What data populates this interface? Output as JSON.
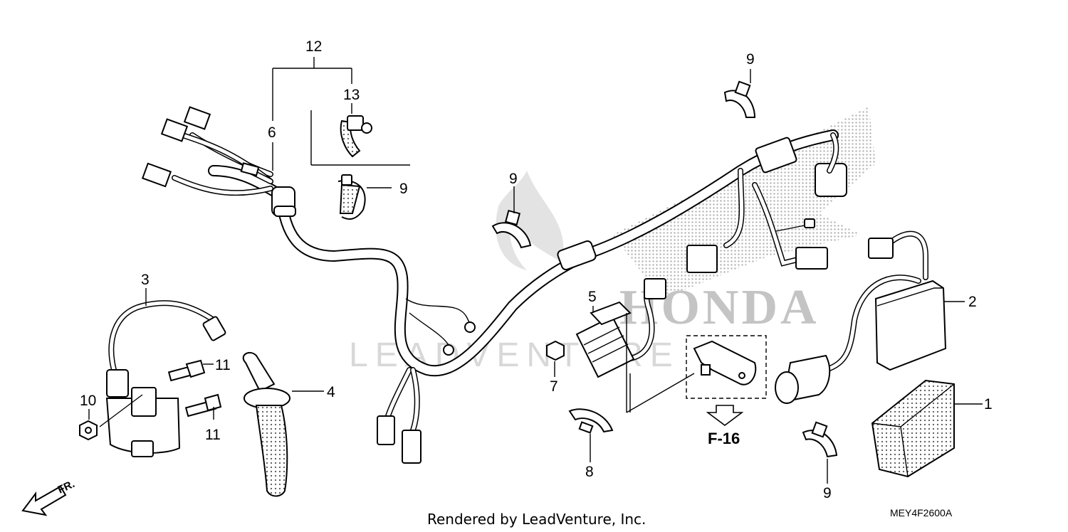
{
  "callouts": {
    "c1": "1",
    "c2": "2",
    "c3": "3",
    "c4": "4",
    "c5": "5",
    "c6": "6",
    "c7": "7",
    "c8": "8",
    "c9a": "9",
    "c9b": "9",
    "c9c": "9",
    "c9d": "9",
    "c10": "10",
    "c11a": "11",
    "c11b": "11",
    "c12": "12",
    "c13": "13"
  },
  "reference": "F-16",
  "direction": "FR.",
  "diagram_code": "MEY4F2600A",
  "credit": "Rendered by LeadVenture, Inc.",
  "watermark": "LEADVENTURE",
  "brand_mark": "HONDA",
  "colors": {
    "ink": "#000000",
    "watermark": "#d8d8d8",
    "halftone": "#9a9a9a"
  }
}
